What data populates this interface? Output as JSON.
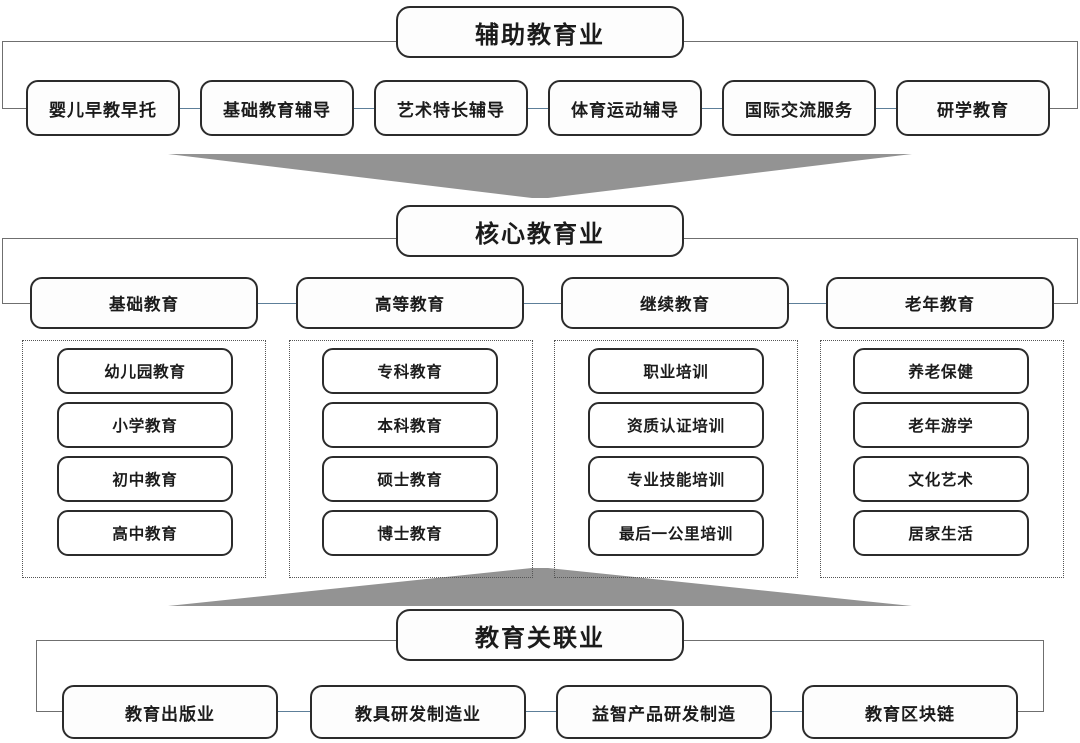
{
  "diagram": {
    "title_bar_color": "#2b2b2b",
    "connector_color": "#5d7f99",
    "arrow_color": "#8e8e8e",
    "sections": [
      {
        "id": "auxiliary",
        "title": "辅助教育业",
        "items": [
          {
            "label": "婴儿早教早托"
          },
          {
            "label": "基础教育辅导"
          },
          {
            "label": "艺术特长辅导"
          },
          {
            "label": "体育运动辅导"
          },
          {
            "label": "国际交流服务"
          },
          {
            "label": "研学教育"
          }
        ]
      },
      {
        "id": "core",
        "title": "核心教育业",
        "groups": [
          {
            "label": "基础教育",
            "children": [
              "幼儿园教育",
              "小学教育",
              "初中教育",
              "高中教育"
            ]
          },
          {
            "label": "高等教育",
            "children": [
              "专科教育",
              "本科教育",
              "硕士教育",
              "博士教育"
            ]
          },
          {
            "label": "继续教育",
            "children": [
              "职业培训",
              "资质认证培训",
              "专业技能培训",
              "最后一公里培训"
            ]
          },
          {
            "label": "老年教育",
            "children": [
              "养老保健",
              "老年游学",
              "文化艺术",
              "居家生活"
            ]
          }
        ]
      },
      {
        "id": "related",
        "title": "教育关联业",
        "items": [
          {
            "label": "教育出版业"
          },
          {
            "label": "教具研发制造业"
          },
          {
            "label": "益智产品研发制造"
          },
          {
            "label": "教育区块链"
          }
        ]
      }
    ],
    "arrows": [
      {
        "name": "arrow-down-auxiliary-to-core",
        "direction": "down"
      },
      {
        "name": "arrow-up-core-to-related",
        "direction": "up"
      }
    ]
  }
}
